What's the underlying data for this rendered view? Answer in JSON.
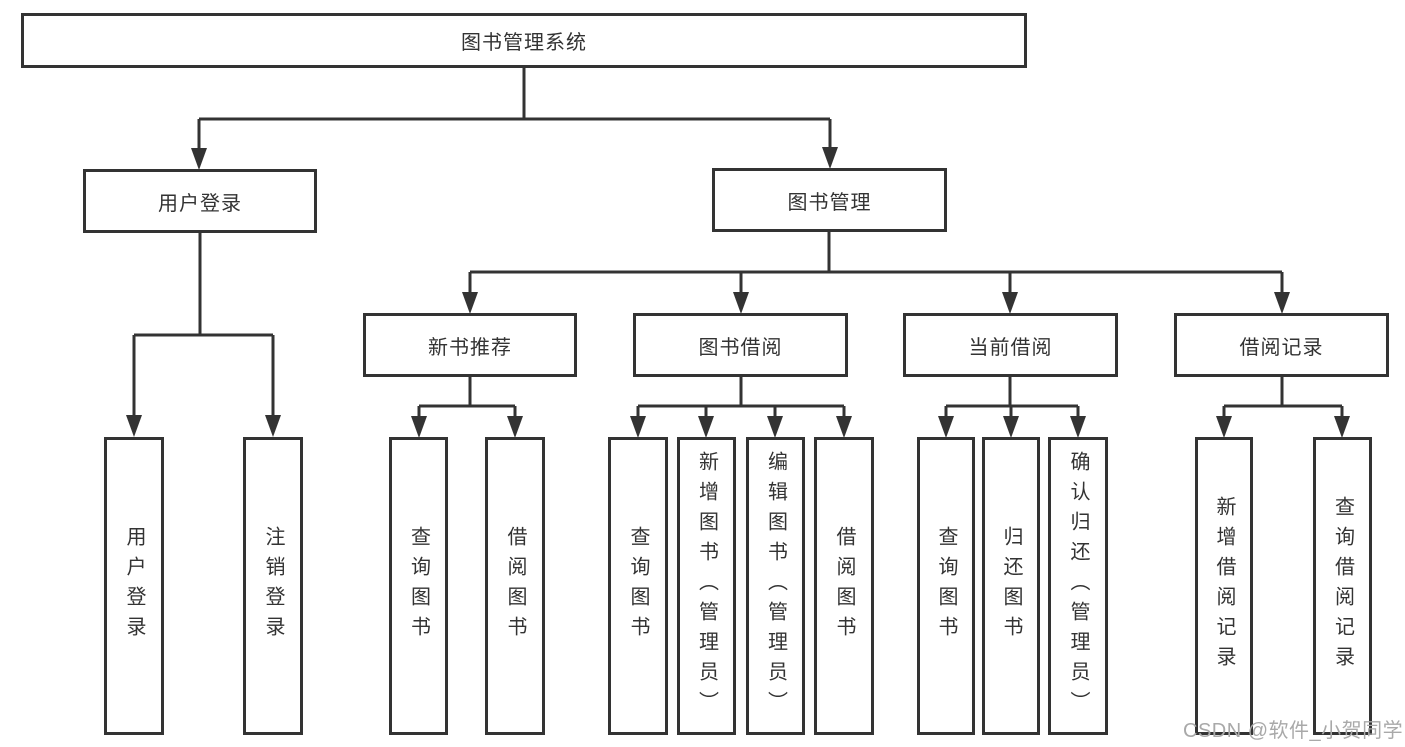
{
  "nodes": {
    "root": "图书管理系统",
    "user_login": "用户登录",
    "book_management": "图书管理",
    "new_book_recommend": "新书推荐",
    "book_borrow": "图书借阅",
    "current_borrow": "当前借阅",
    "borrow_records": "借阅记录",
    "leaf_user_login": "用户登录",
    "leaf_logout": "注销登录",
    "leaf_query_book_recommend": "查询图书",
    "leaf_borrow_book_recommend": "借阅图书",
    "leaf_query_book_borrow": "查询图书",
    "leaf_add_book_admin": "新增图书（管理员）",
    "leaf_edit_book_admin": "编辑图书（管理员）",
    "leaf_borrow_book": "借阅图书",
    "leaf_query_book_current": "查询图书",
    "leaf_return_book": "归还图书",
    "leaf_confirm_return_admin": "确认归还（管理员）",
    "leaf_add_borrow_record": "新增借阅记录",
    "leaf_query_borrow_record": "查询借阅记录"
  },
  "watermark": "CSDN @软件_小贺同学",
  "colors": {
    "line": "#333333",
    "text": "#333333",
    "box_background": "#ffffff",
    "watermark": "#a9a9a9",
    "page_background": "#ffffff"
  }
}
